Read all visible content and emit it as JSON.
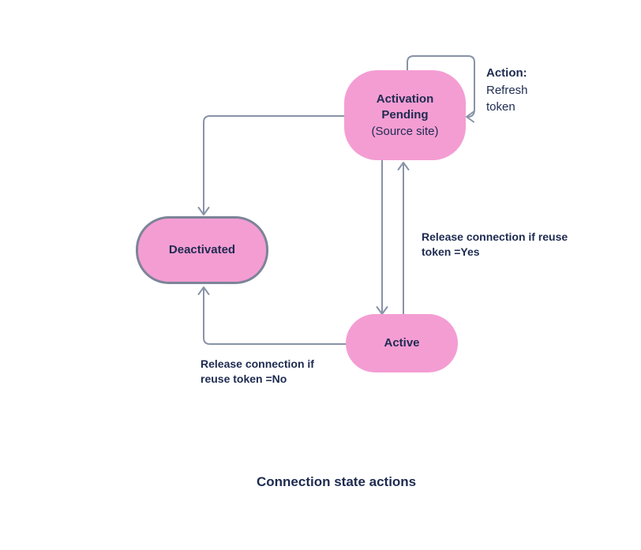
{
  "title": "Connection state actions",
  "nodes": {
    "activation_pending": {
      "label": "Activation Pending",
      "sublabel": "(Source site)"
    },
    "deactivated": {
      "label": "Deactivated"
    },
    "active": {
      "label": "Active"
    }
  },
  "edges": {
    "refresh_loop": {
      "from": "Activation Pending",
      "to": "Activation Pending",
      "label_bold": "Action:",
      "label_lines": [
        "Refresh",
        "token"
      ]
    },
    "pending_to_deactivated": {
      "from": "Activation Pending",
      "to": "Deactivated"
    },
    "pending_to_active": {
      "from": "Activation Pending",
      "to": "Active"
    },
    "active_to_pending": {
      "from": "Active",
      "to": "Activation Pending",
      "label_lines": [
        "Release connection if reuse",
        "token =Yes"
      ]
    },
    "active_to_deactivated": {
      "from": "Active",
      "to": "Deactivated",
      "label_lines": [
        "Release connection if",
        "reuse token =No"
      ]
    }
  },
  "colors": {
    "node_fill": "#F49DD3",
    "node_border": "#7C8498",
    "connector": "#8893A7",
    "text": "#1E2B50"
  }
}
